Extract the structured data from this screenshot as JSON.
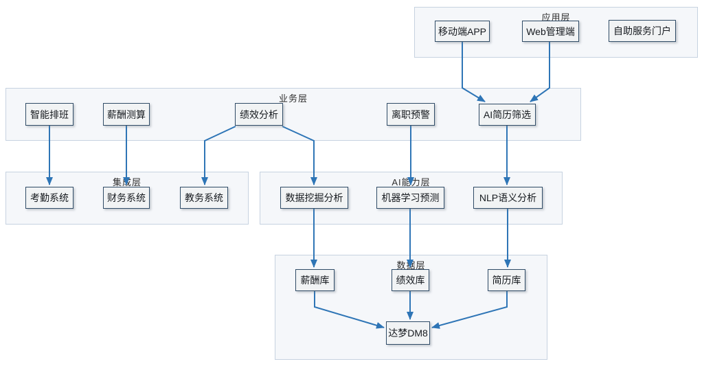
{
  "layers": [
    {
      "id": "application",
      "label": "应用层"
    },
    {
      "id": "business",
      "label": "业务层"
    },
    {
      "id": "integration",
      "label": "集成层"
    },
    {
      "id": "ai",
      "label": "AI能力层"
    },
    {
      "id": "data",
      "label": "数据层"
    }
  ],
  "nodes": [
    {
      "id": "mobile-app",
      "layer": "application",
      "label": "移动端APP"
    },
    {
      "id": "web-admin",
      "layer": "application",
      "label": "Web管理端"
    },
    {
      "id": "self-service-portal",
      "layer": "application",
      "label": "自助服务门户"
    },
    {
      "id": "smart-scheduling",
      "layer": "business",
      "label": "智能排班"
    },
    {
      "id": "salary-calculation",
      "layer": "business",
      "label": "薪酬测算"
    },
    {
      "id": "performance-analysis",
      "layer": "business",
      "label": "绩效分析"
    },
    {
      "id": "attrition-warning",
      "layer": "business",
      "label": "离职预警"
    },
    {
      "id": "ai-resume-screening",
      "layer": "business",
      "label": "AI简历筛选"
    },
    {
      "id": "attendance-system",
      "layer": "integration",
      "label": "考勤系统"
    },
    {
      "id": "finance-system",
      "layer": "integration",
      "label": "财务系统"
    },
    {
      "id": "academic-system",
      "layer": "integration",
      "label": "教务系统"
    },
    {
      "id": "data-mining-analysis",
      "layer": "ai",
      "label": "数据挖掘分析"
    },
    {
      "id": "ml-prediction",
      "layer": "ai",
      "label": "机器学习预测"
    },
    {
      "id": "nlp-semantic-analysis",
      "layer": "ai",
      "label": "NLP语义分析"
    },
    {
      "id": "salary-db",
      "layer": "data",
      "label": "薪酬库"
    },
    {
      "id": "performance-db",
      "layer": "data",
      "label": "绩效库"
    },
    {
      "id": "resume-db",
      "layer": "data",
      "label": "简历库"
    },
    {
      "id": "dameng-dm8",
      "layer": "data",
      "label": "达梦DM8"
    }
  ],
  "edges": [
    {
      "from": "移动端APP",
      "to": "AI简历筛选"
    },
    {
      "from": "Web管理端",
      "to": "AI简历筛选"
    },
    {
      "from": "智能排班",
      "to": "考勤系统"
    },
    {
      "from": "薪酬测算",
      "to": "财务系统"
    },
    {
      "from": "绩效分析",
      "to": "教务系统"
    },
    {
      "from": "绩效分析",
      "to": "数据挖掘分析"
    },
    {
      "from": "离职预警",
      "to": "机器学习预测"
    },
    {
      "from": "AI简历筛选",
      "to": "NLP语义分析"
    },
    {
      "from": "数据挖掘分析",
      "to": "薪酬库"
    },
    {
      "from": "机器学习预测",
      "to": "绩效库"
    },
    {
      "from": "NLP语义分析",
      "to": "简历库"
    },
    {
      "from": "薪酬库",
      "to": "达梦DM8"
    },
    {
      "from": "绩效库",
      "to": "达梦DM8"
    },
    {
      "from": "简历库",
      "to": "达梦DM8"
    }
  ],
  "colors": {
    "edge": "#2e75b6",
    "node_border": "#2f4b66",
    "node_fill": "#f1f3f4",
    "layer_fill": "#f5f7fa",
    "layer_border": "#c6d2e0",
    "background": "#ffffff"
  }
}
